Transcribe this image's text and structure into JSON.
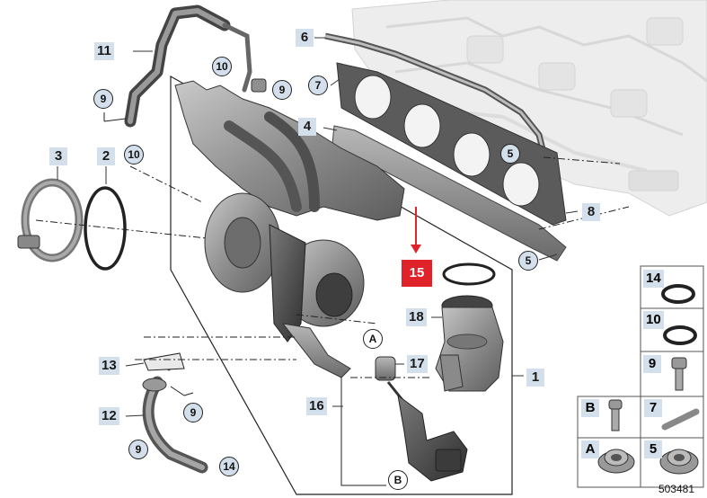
{
  "diagram": {
    "callouts": {
      "c1": "1",
      "c2": "2",
      "c3": "3",
      "c4": "4",
      "c5a": "5",
      "c5b": "5",
      "c6": "6",
      "c7": "7",
      "c8": "8",
      "c9a": "9",
      "c9b": "9",
      "c9c": "9",
      "c9d": "9",
      "c10a": "10",
      "c10b": "10",
      "c11": "11",
      "c12": "12",
      "c13": "13",
      "c14": "14",
      "c15": "15",
      "c16": "16",
      "c17": "17",
      "c18": "18"
    },
    "refs": {
      "A1": "A",
      "B1": "B"
    },
    "reference_number": "503481"
  },
  "parts_panel": {
    "items": [
      {
        "number": "14",
        "icon": "o-ring-icon"
      },
      {
        "number": "10",
        "icon": "o-ring-icon"
      },
      {
        "number": "9",
        "icon": "bolt-icon"
      },
      {
        "number": "B",
        "icon": "stud-icon"
      },
      {
        "number": "7",
        "icon": "dowel-pin-icon"
      },
      {
        "number": "A",
        "icon": "flange-nut-icon"
      },
      {
        "number": "5",
        "icon": "collar-nut-icon"
      }
    ]
  },
  "colors": {
    "label_bg": "#d3dfea",
    "highlight": "#e0222a"
  }
}
